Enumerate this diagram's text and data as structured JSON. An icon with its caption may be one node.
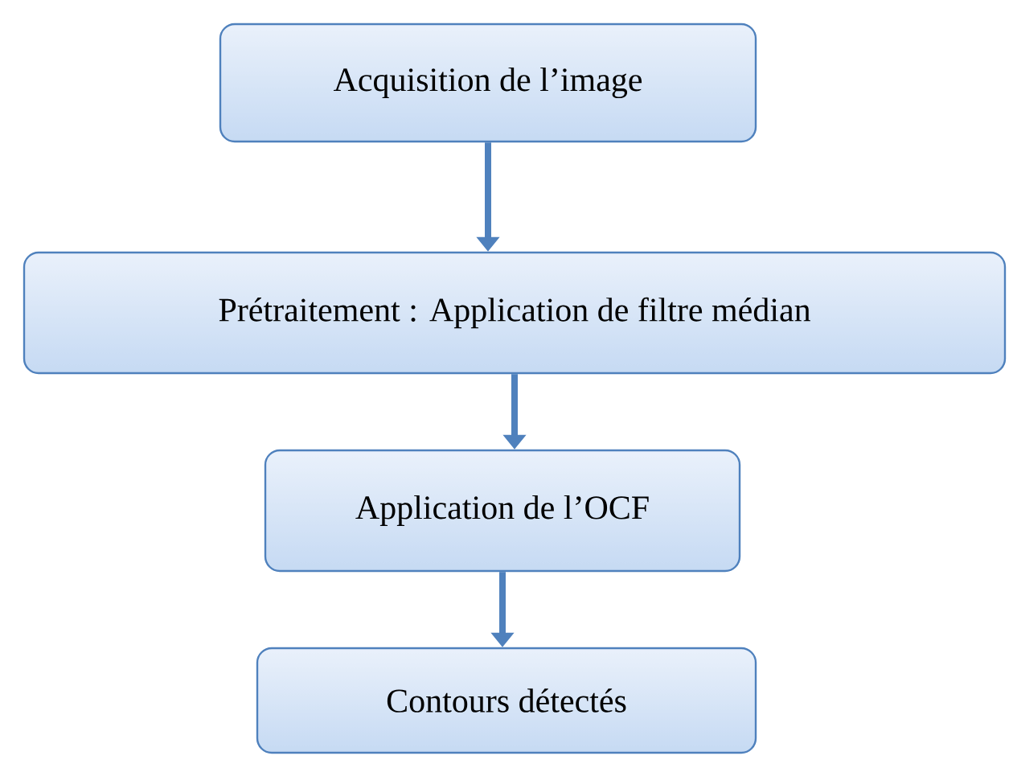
{
  "diagram": {
    "nodes": [
      {
        "text": [
          "Acquisition de l’image"
        ]
      },
      {
        "text": [
          "Prétraitement : Application de filtre médian"
        ]
      },
      {
        "text": [
          "Application de l’OCF"
        ]
      },
      {
        "text": [
          "Contours détectés"
        ]
      }
    ],
    "edges": [
      {
        "from": 0,
        "to": 1,
        "arrow": "to"
      },
      {
        "from": 1,
        "to": 2,
        "arrow": "to"
      },
      {
        "from": 2,
        "to": 3,
        "arrow": "to"
      }
    ]
  }
}
